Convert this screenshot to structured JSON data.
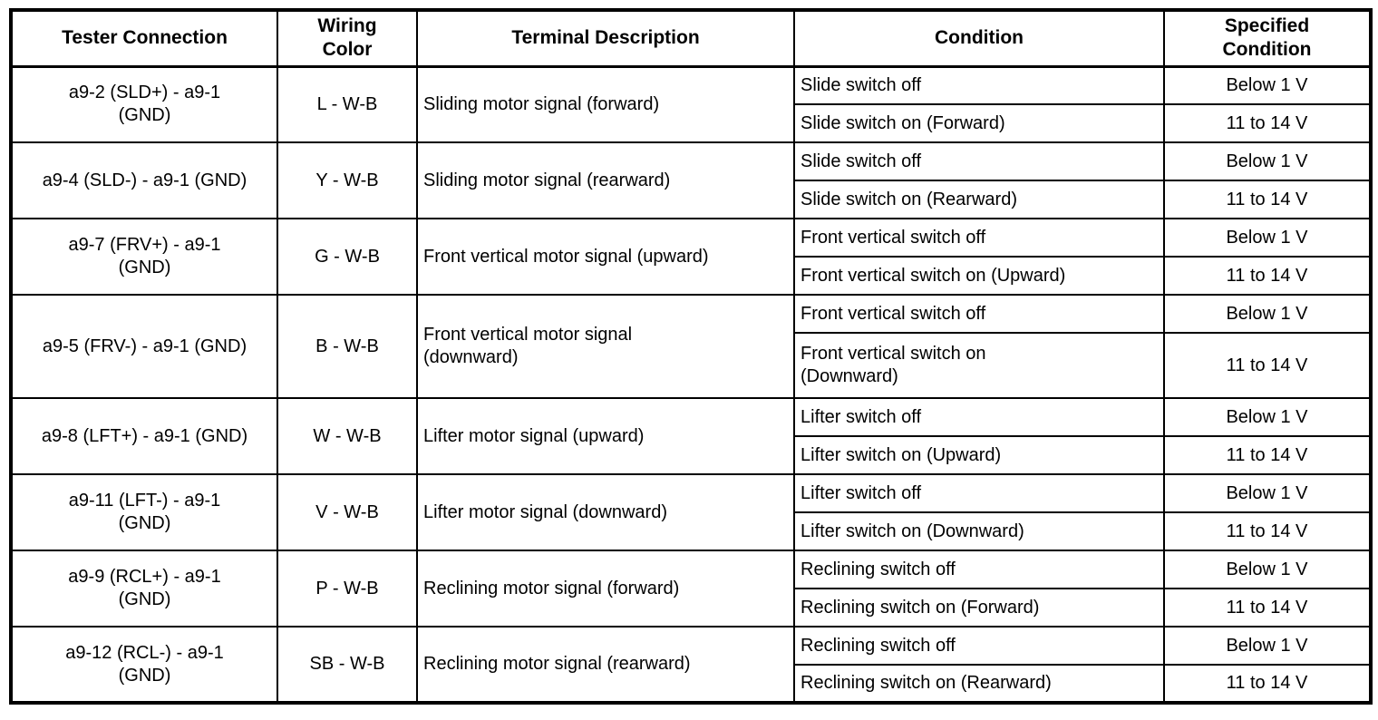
{
  "table": {
    "headers": {
      "tester_connection": "Tester Connection",
      "wiring_color": "Wiring\nColor",
      "terminal_description": "Terminal Description",
      "condition": "Condition",
      "specified_condition": "Specified\nCondition"
    },
    "rows": [
      {
        "tester_connection": "a9-2 (SLD+) - a9-1\n(GND)",
        "wiring_color": "L - W-B",
        "terminal_description": "Sliding motor signal (forward)",
        "conditions": [
          {
            "condition": "Slide switch off",
            "specified": "Below 1 V"
          },
          {
            "condition": "Slide switch on (Forward)",
            "specified": "11 to 14 V"
          }
        ]
      },
      {
        "tester_connection": "a9-4 (SLD-) - a9-1 (GND)",
        "wiring_color": "Y - W-B",
        "terminal_description": "Sliding motor signal (rearward)",
        "conditions": [
          {
            "condition": "Slide switch off",
            "specified": "Below 1 V"
          },
          {
            "condition": "Slide switch on (Rearward)",
            "specified": "11 to 14 V"
          }
        ]
      },
      {
        "tester_connection": "a9-7 (FRV+) - a9-1\n(GND)",
        "wiring_color": "G - W-B",
        "terminal_description": "Front vertical motor signal (upward)",
        "conditions": [
          {
            "condition": "Front vertical switch off",
            "specified": "Below 1 V"
          },
          {
            "condition": "Front vertical switch on (Upward)",
            "specified": "11 to 14 V"
          }
        ]
      },
      {
        "tester_connection": "a9-5 (FRV-) - a9-1 (GND)",
        "wiring_color": "B - W-B",
        "terminal_description": "Front vertical motor signal\n(downward)",
        "conditions": [
          {
            "condition": "Front vertical switch off",
            "specified": "Below 1 V"
          },
          {
            "condition": "Front vertical switch on\n(Downward)",
            "specified": "11 to 14 V"
          }
        ]
      },
      {
        "tester_connection": "a9-8 (LFT+) - a9-1 (GND)",
        "wiring_color": "W - W-B",
        "terminal_description": "Lifter motor signal (upward)",
        "conditions": [
          {
            "condition": "Lifter switch off",
            "specified": "Below 1 V"
          },
          {
            "condition": "Lifter switch on (Upward)",
            "specified": "11 to 14 V"
          }
        ]
      },
      {
        "tester_connection": "a9-11 (LFT-) - a9-1\n(GND)",
        "wiring_color": "V - W-B",
        "terminal_description": "Lifter motor signal (downward)",
        "conditions": [
          {
            "condition": "Lifter switch off",
            "specified": "Below 1 V"
          },
          {
            "condition": "Lifter switch on (Downward)",
            "specified": "11 to 14 V"
          }
        ]
      },
      {
        "tester_connection": "a9-9 (RCL+) - a9-1\n(GND)",
        "wiring_color": "P - W-B",
        "terminal_description": "Reclining motor signal (forward)",
        "conditions": [
          {
            "condition": "Reclining switch off",
            "specified": "Below 1 V"
          },
          {
            "condition": "Reclining switch on (Forward)",
            "specified": "11 to 14 V"
          }
        ]
      },
      {
        "tester_connection": "a9-12 (RCL-) - a9-1\n(GND)",
        "wiring_color": "SB - W-B",
        "terminal_description": "Reclining motor signal (rearward)",
        "conditions": [
          {
            "condition": "Reclining switch off",
            "specified": "Below 1 V"
          },
          {
            "condition": "Reclining switch on (Rearward)",
            "specified": "11 to 14 V"
          }
        ]
      }
    ]
  }
}
